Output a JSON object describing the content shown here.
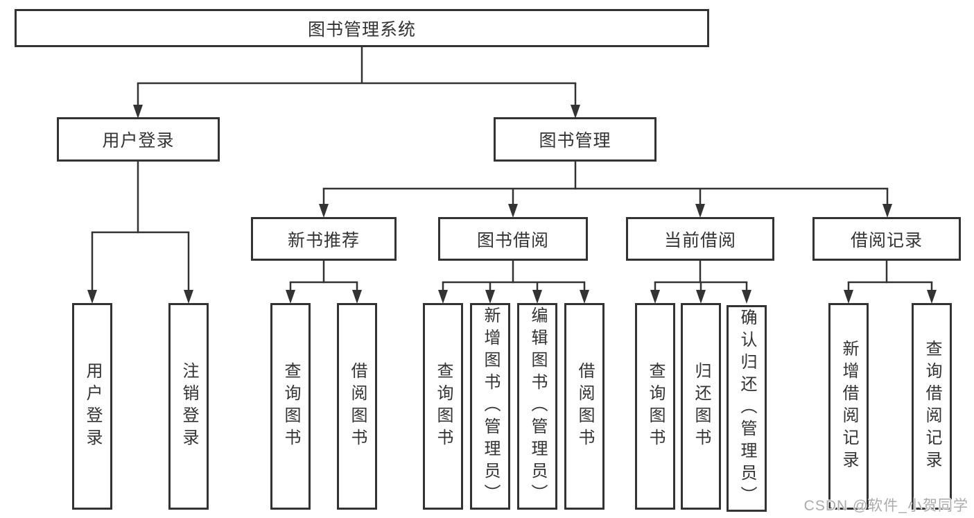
{
  "diagram_title": "图书管理系统",
  "tree": {
    "root": {
      "label": "图书管理系统"
    },
    "branches": [
      {
        "label": "用户登录",
        "children": [
          {
            "label": "用户登录"
          },
          {
            "label": "注销登录"
          }
        ]
      },
      {
        "label": "图书管理",
        "children": [
          {
            "label": "新书推荐",
            "children": [
              {
                "label": "查询图书"
              },
              {
                "label": "借阅图书"
              }
            ]
          },
          {
            "label": "图书借阅",
            "children": [
              {
                "label": "查询图书"
              },
              {
                "label": "新增图书（管理员）"
              },
              {
                "label": "编辑图书（管理员）"
              },
              {
                "label": "借阅图书"
              }
            ]
          },
          {
            "label": "当前借阅",
            "children": [
              {
                "label": "查询图书"
              },
              {
                "label": "归还图书"
              },
              {
                "label": "确认归还（管理员）"
              }
            ]
          },
          {
            "label": "借阅记录",
            "children": [
              {
                "label": "新增借阅记录"
              },
              {
                "label": "查询借阅记录"
              }
            ]
          }
        ]
      }
    ]
  },
  "watermark": {
    "text": "CSDN @软件_小贺同学"
  },
  "colors": {
    "line": "#333333",
    "box_border": "#333333",
    "text": "#333333",
    "watermark": "#ababab",
    "background": "#ffffff"
  }
}
